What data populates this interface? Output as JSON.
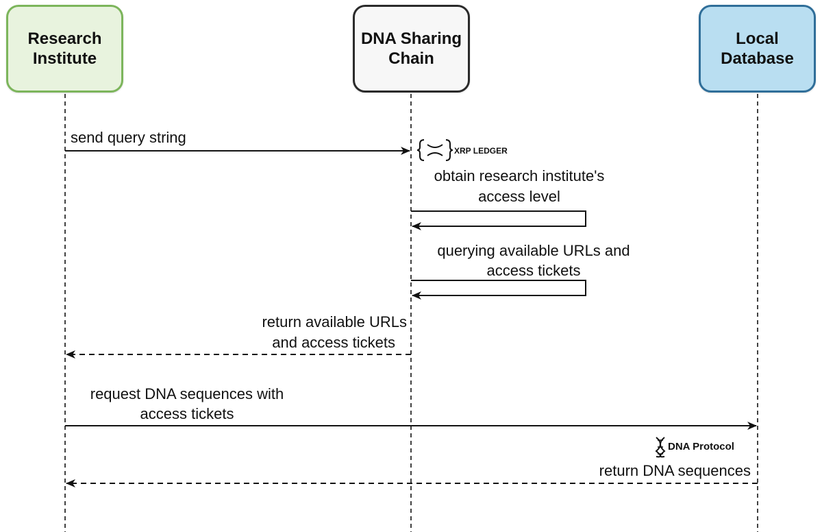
{
  "actors": {
    "research": {
      "label": "Research\nInstitute",
      "fill": "#e8f3de",
      "border": "#7cb55b"
    },
    "chain": {
      "label": "DNA Sharing\nChain",
      "fill": "#f7f7f7",
      "border": "#2a2a2a"
    },
    "db": {
      "label": "Local\nDatabase",
      "fill": "#b9def1",
      "border": "#2f6e99"
    }
  },
  "messages": {
    "send_query": "send query string",
    "obtain_line1": "obtain research institute's",
    "obtain_line2": "access level",
    "querying_line1": "querying available URLs and",
    "querying_line2": "access tickets",
    "return_urls_line1": "return available URLs",
    "return_urls_line2": "and access tickets",
    "request_line1": "request DNA sequences with",
    "request_line2": "access tickets",
    "return_dna": "return DNA sequences"
  },
  "logos": {
    "xrp": {
      "label": "XRP LEDGER",
      "icon": "xrp-ledger-icon"
    },
    "dna_protocol": {
      "label": "DNA Protocol",
      "icon": "dna-helix-icon"
    }
  }
}
